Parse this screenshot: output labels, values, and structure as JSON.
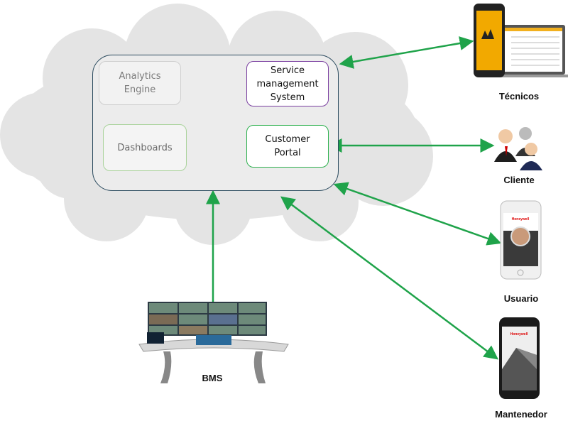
{
  "platform": {
    "analytics_engine": "Analytics\nEngine",
    "service_management": "Service\nmanagement\nSystem",
    "dashboards": "Dashboards",
    "customer_portal": "Customer\nPortal"
  },
  "actors": {
    "tecnicos": "Técnicos",
    "cliente": "Cliente",
    "usuario": "Usuario",
    "mantenedor": "Mantenedor",
    "bms": "BMS"
  },
  "logos": {
    "movilizer": "Movilizer",
    "honeywell": "Honeywell"
  },
  "colors": {
    "arrow": "#1fa34a",
    "cloud": "#e4e4e4",
    "platform_border": "#2a4a5e",
    "service_border": "#7a3fa0",
    "portal_border": "#2db04e",
    "dashboards_border": "#a9d39b",
    "analytics_border": "#cfcfcf"
  }
}
